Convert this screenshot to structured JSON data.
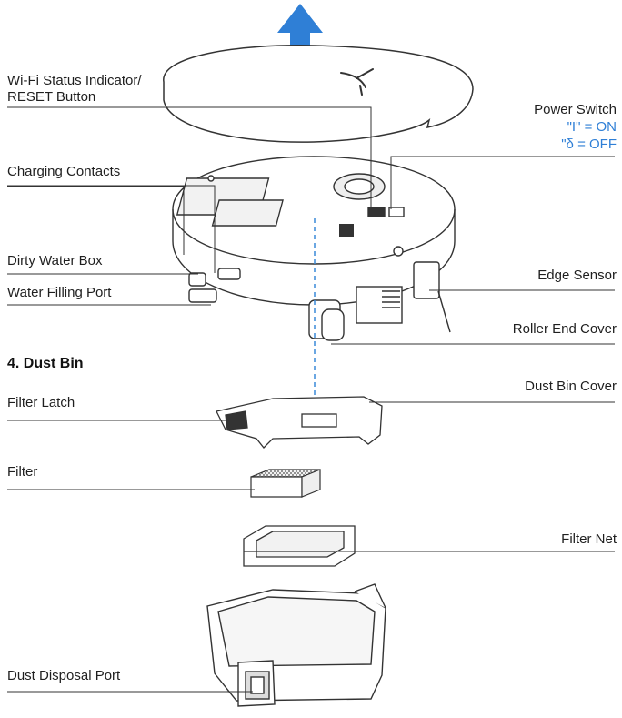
{
  "labels": {
    "wifi_line1": "Wi-Fi Status Indicator/",
    "wifi_line2": "RESET Button",
    "power_switch": "Power Switch",
    "power_on": "\"I\" = ON",
    "power_off": "\"δ = OFF",
    "charging_contacts": "Charging Contacts",
    "dirty_water_box": "Dirty Water Box",
    "water_filling_port": "Water Filling Port",
    "edge_sensor": "Edge Sensor",
    "roller_end_cover": "Roller End Cover",
    "dust_bin_cover": "Dust Bin Cover",
    "filter_latch": "Filter Latch",
    "filter": "Filter",
    "filter_net": "Filter Net",
    "dust_disposal_port": "Dust Disposal Port"
  },
  "section_title": "4. Dust Bin",
  "colors": {
    "arrow": "#2f7fd6",
    "accent_text": "#2f7fd6",
    "line": "#333333",
    "dashed": "#3a8ad8"
  }
}
